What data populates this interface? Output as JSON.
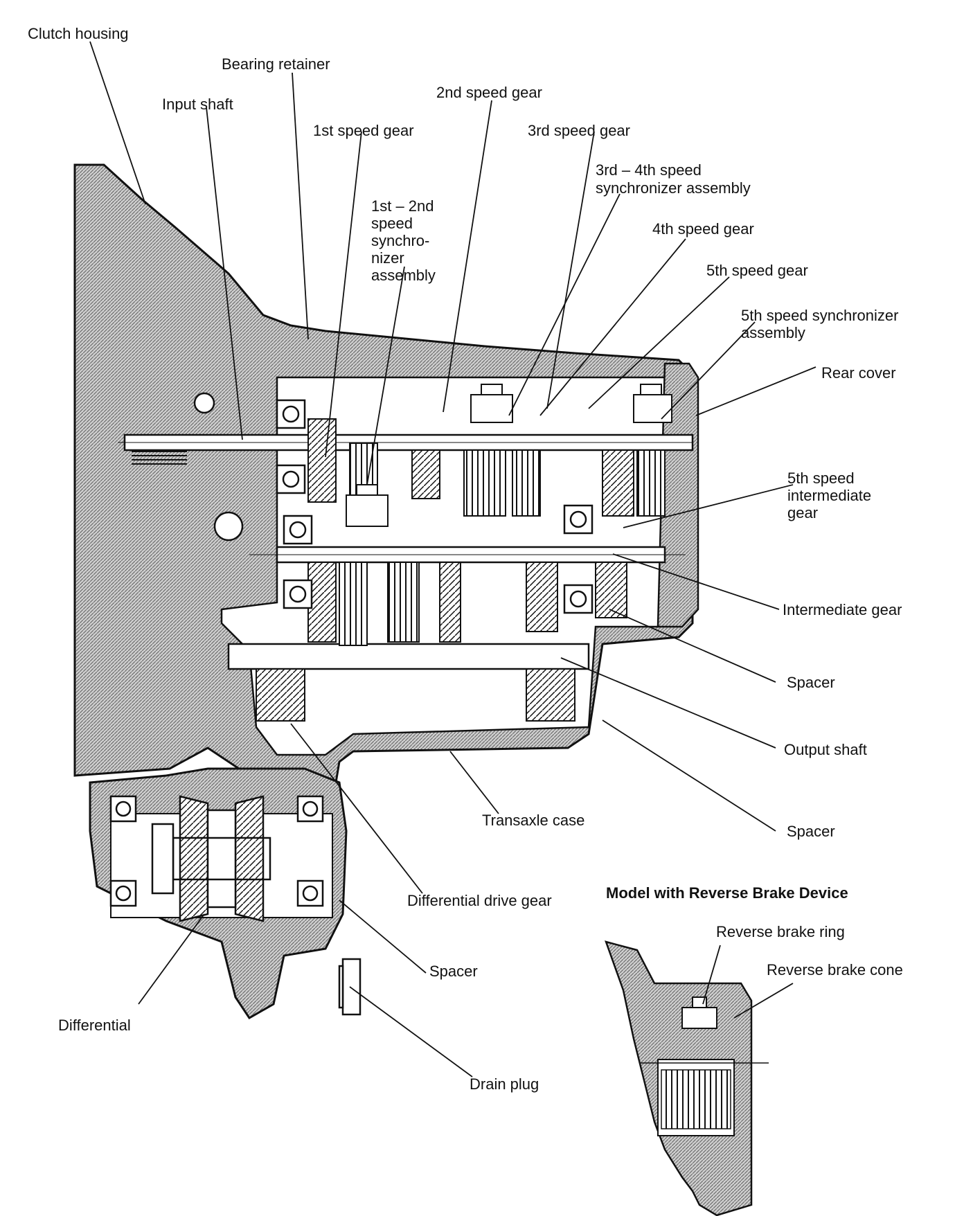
{
  "labels": {
    "clutch_housing": "Clutch housing",
    "bearing_retainer": "Bearing retainer",
    "input_shaft": "Input shaft",
    "second_speed_gear": "2nd speed gear",
    "first_speed_gear": "1st speed gear",
    "third_speed_gear": "3rd speed gear",
    "third_fourth_sync_line1": "3rd – 4th speed",
    "third_fourth_sync_line2": "synchronizer assembly",
    "first_second_sync_line1": "1st – 2nd",
    "first_second_sync_line2": "speed",
    "first_second_sync_line3": "synchro-",
    "first_second_sync_line4": "nizer",
    "first_second_sync_line5": "assembly",
    "fourth_speed_gear": "4th speed gear",
    "fifth_speed_gear": "5th speed gear",
    "fifth_sync_line1": "5th speed synchronizer",
    "fifth_sync_line2": "assembly",
    "rear_cover": "Rear cover",
    "fifth_intermediate_line1": "5th speed",
    "fifth_intermediate_line2": "intermediate",
    "fifth_intermediate_line3": "gear",
    "intermediate_gear": "Intermediate gear",
    "spacer_upper": "Spacer",
    "output_shaft": "Output shaft",
    "spacer_right": "Spacer",
    "transaxle_case": "Transaxle case",
    "differential_drive_gear": "Differential drive gear",
    "spacer_lower": "Spacer",
    "differential": "Differential",
    "drain_plug": "Drain plug"
  },
  "inset": {
    "title": "Model with Reverse Brake Device",
    "reverse_brake_ring": "Reverse brake ring",
    "reverse_brake_cone": "Reverse brake cone"
  },
  "colors": {
    "ink": "#111111",
    "hatch": "#8a8a8a",
    "background": "#ffffff"
  }
}
